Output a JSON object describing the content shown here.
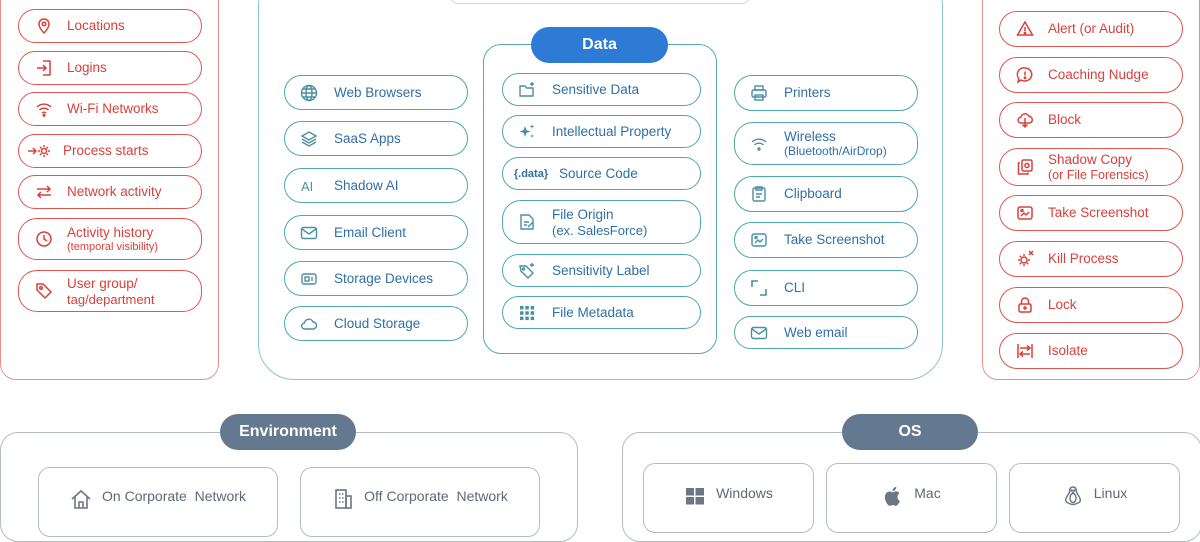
{
  "colors": {
    "red_accent": "#d9403a",
    "teal_border": "#4da6b0",
    "blue_text": "#2f6fa6",
    "data_header_bg": "#2e7bd6",
    "grey_header_bg": "#64798f",
    "grey_text": "#5e6878"
  },
  "left_panel": {
    "items": [
      {
        "label": "Locations",
        "icon": "location-pin-icon"
      },
      {
        "label": "Logins",
        "icon": "login-icon"
      },
      {
        "label": "Wi-Fi Networks",
        "icon": "wifi-icon"
      },
      {
        "label": "Process starts",
        "icon": "process-gear-icon"
      },
      {
        "label": "Network activity",
        "icon": "arrows-exchange-icon"
      },
      {
        "label": "Activity history",
        "sub": "(temporal visibility)",
        "icon": "clock-icon"
      },
      {
        "label": "User group/",
        "sub": "tag/department",
        "icon": "tag-icon"
      }
    ]
  },
  "center_panel": {
    "data_header": "Data",
    "sources": [
      {
        "label": "Web Browsers",
        "icon": "globe-icon"
      },
      {
        "label": "SaaS Apps",
        "icon": "layers-icon"
      },
      {
        "label": "Shadow AI",
        "icon": "ai-icon"
      },
      {
        "label": "Email Client",
        "icon": "mail-icon"
      },
      {
        "label": "Storage Devices",
        "icon": "storage-device-icon"
      },
      {
        "label": "Cloud Storage",
        "icon": "cloud-icon"
      }
    ],
    "data_items": [
      {
        "label": "Sensitive Data",
        "icon": "folder-plus-icon"
      },
      {
        "label": "Intellectual Property",
        "icon": "sparkle-icon"
      },
      {
        "label": "Source Code",
        "icon": "data-code-icon",
        "icon_text": "{.data}"
      },
      {
        "label": "File Origin",
        "sub": "(ex. SalesForce)",
        "icon": "file-edit-icon"
      },
      {
        "label": "Sensitivity Label",
        "icon": "label-tag-icon"
      },
      {
        "label": "File Metadata",
        "icon": "grid-dots-icon"
      }
    ],
    "destinations": [
      {
        "label": "Printers",
        "icon": "printer-icon"
      },
      {
        "label": "Wireless",
        "sub": "(Bluetooth/AirDrop)",
        "icon": "wireless-icon"
      },
      {
        "label": "Clipboard",
        "icon": "clipboard-icon"
      },
      {
        "label": "Take Screenshot",
        "icon": "screenshot-icon"
      },
      {
        "label": "CLI",
        "icon": "cli-icon"
      },
      {
        "label": "Web email",
        "icon": "mail-icon"
      }
    ]
  },
  "right_panel": {
    "items": [
      {
        "label": "Alert (or Audit)",
        "icon": "warning-triangle-icon"
      },
      {
        "label": "Coaching Nudge",
        "icon": "speech-alert-icon"
      },
      {
        "label": "Block",
        "icon": "cloud-block-icon"
      },
      {
        "label": "Shadow Copy",
        "sub": "(or File Forensics)",
        "icon": "copy-icon"
      },
      {
        "label": "Take Screenshot",
        "icon": "screenshot-icon"
      },
      {
        "label": "Kill Process",
        "icon": "kill-process-icon"
      },
      {
        "label": "Lock",
        "icon": "lock-icon"
      },
      {
        "label": "Isolate",
        "icon": "isolate-icon"
      }
    ]
  },
  "environment": {
    "header": "Environment",
    "cards": [
      {
        "label": "On Corporate  Network",
        "icon": "home-icon"
      },
      {
        "label": "Off Corporate  Network",
        "icon": "building-icon"
      }
    ]
  },
  "os": {
    "header": "OS",
    "cards": [
      {
        "label": "Windows",
        "icon": "windows-logo-icon"
      },
      {
        "label": "Mac",
        "icon": "apple-logo-icon"
      },
      {
        "label": "Linux",
        "icon": "linux-penguin-icon"
      }
    ]
  }
}
